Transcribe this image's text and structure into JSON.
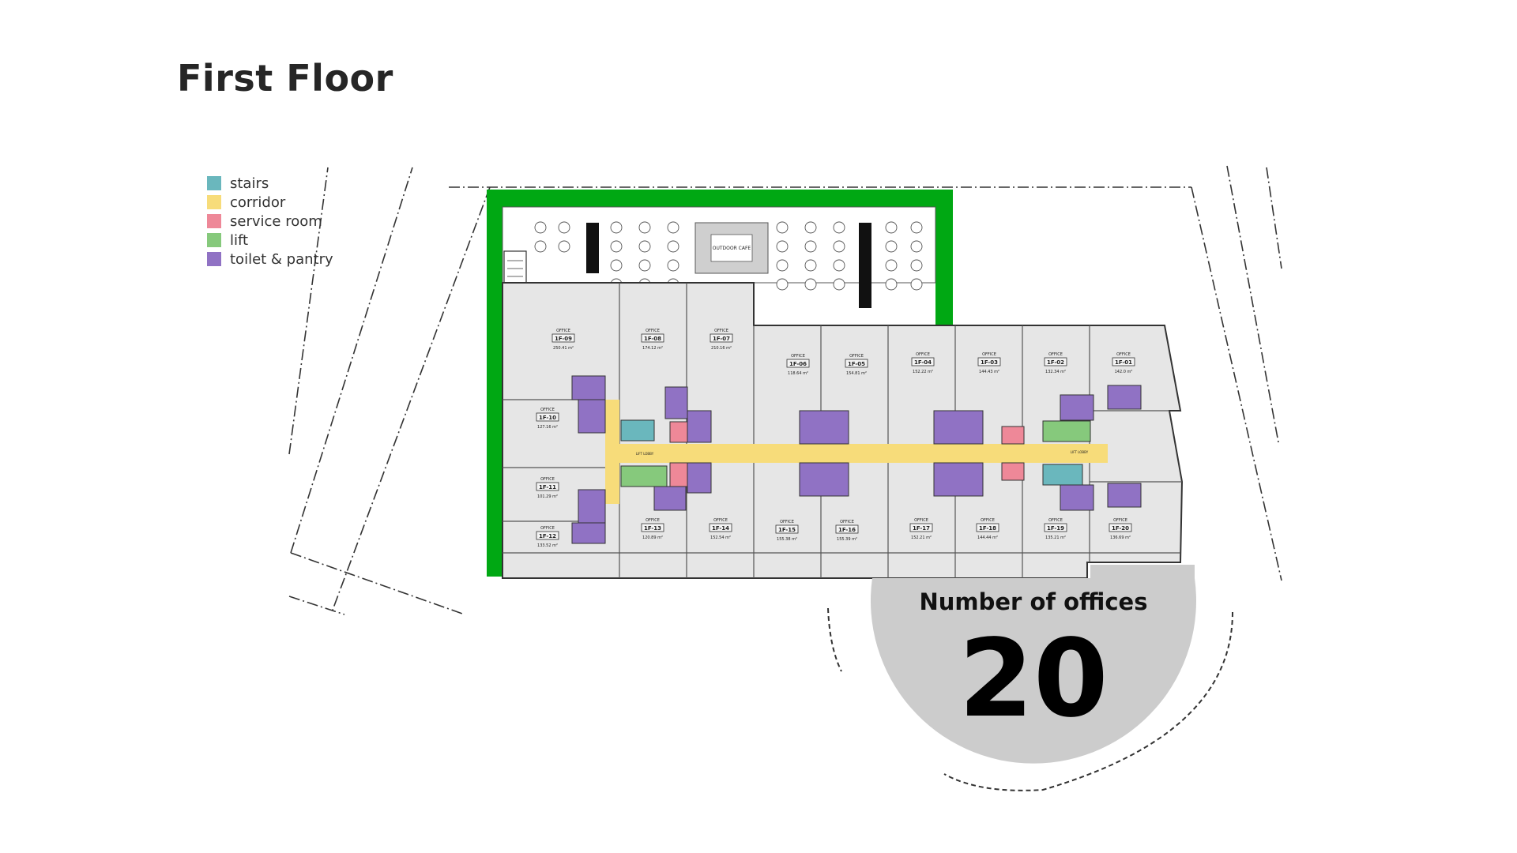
{
  "title": "First Floor",
  "legend": [
    {
      "label": "stairs",
      "color": "#6ab7bd"
    },
    {
      "label": "corridor",
      "color": "#f7dc7a"
    },
    {
      "label": "service room",
      "color": "#ee8898"
    },
    {
      "label": "lift",
      "color": "#86c97c"
    },
    {
      "label": "toilet & pantry",
      "color": "#9072c4"
    }
  ],
  "colors": {
    "landscape": "#00a813",
    "office_fill": "#e6e6e6",
    "badge": "#cccccc",
    "outline": "#333333"
  },
  "badge": {
    "label": "Number of offices",
    "value": "20"
  },
  "outdoor_cafe": "OUTDOOR CAFE",
  "lift_lobby": "LIFT LOBBY",
  "office_word": "OFFICE",
  "offices": [
    {
      "id": "1F-01",
      "area": "142.0 m²"
    },
    {
      "id": "1F-02",
      "area": "132.34 m²"
    },
    {
      "id": "1F-03",
      "area": "144.43 m²"
    },
    {
      "id": "1F-04",
      "area": "152.22 m²"
    },
    {
      "id": "1F-05",
      "area": "154.81 m²"
    },
    {
      "id": "1F-06",
      "area": "118.64 m²"
    },
    {
      "id": "1F-07",
      "area": "210.16 m²"
    },
    {
      "id": "1F-08",
      "area": "174.12 m²"
    },
    {
      "id": "1F-09",
      "area": "250.41 m²"
    },
    {
      "id": "1F-10",
      "area": "127.16 m²"
    },
    {
      "id": "1F-11",
      "area": "101.29 m²"
    },
    {
      "id": "1F-12",
      "area": "133.52 m²"
    },
    {
      "id": "1F-13",
      "area": "120.89 m²"
    },
    {
      "id": "1F-14",
      "area": "152.54 m²"
    },
    {
      "id": "1F-15",
      "area": "155.38 m²"
    },
    {
      "id": "1F-16",
      "area": "155.39 m²"
    },
    {
      "id": "1F-17",
      "area": "152.21 m²"
    },
    {
      "id": "1F-18",
      "area": "144.44 m²"
    },
    {
      "id": "1F-19",
      "area": "135.21 m²"
    },
    {
      "id": "1F-20",
      "area": "136.69 m²"
    }
  ]
}
